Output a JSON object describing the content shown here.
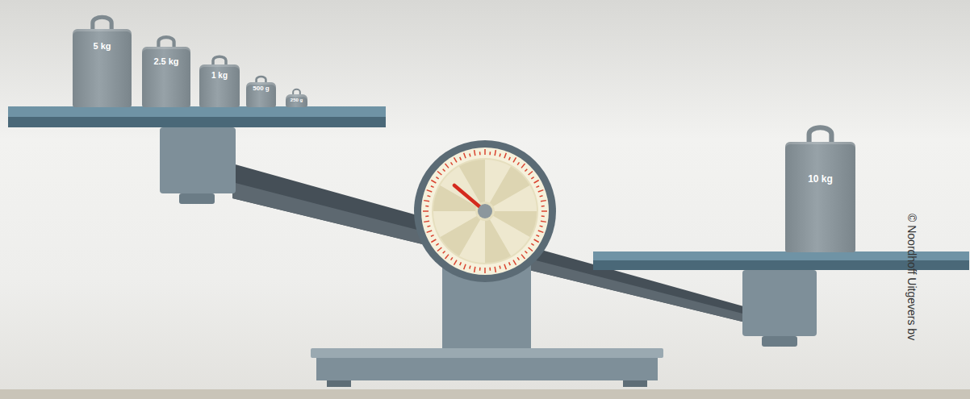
{
  "diagram": {
    "nodes": [
      {
        "text": [
          "5 kg"
        ]
      },
      {
        "text": [
          "2.5 kg"
        ]
      },
      {
        "text": [
          "1 kg"
        ]
      },
      {
        "text": [
          "500 g"
        ]
      },
      {
        "text": [
          "250 g"
        ]
      },
      {
        "text": [
          "10 kg"
        ]
      }
    ],
    "edges": [],
    "labels": [
      "© Noordhoff Uitgevers bv"
    ]
  }
}
